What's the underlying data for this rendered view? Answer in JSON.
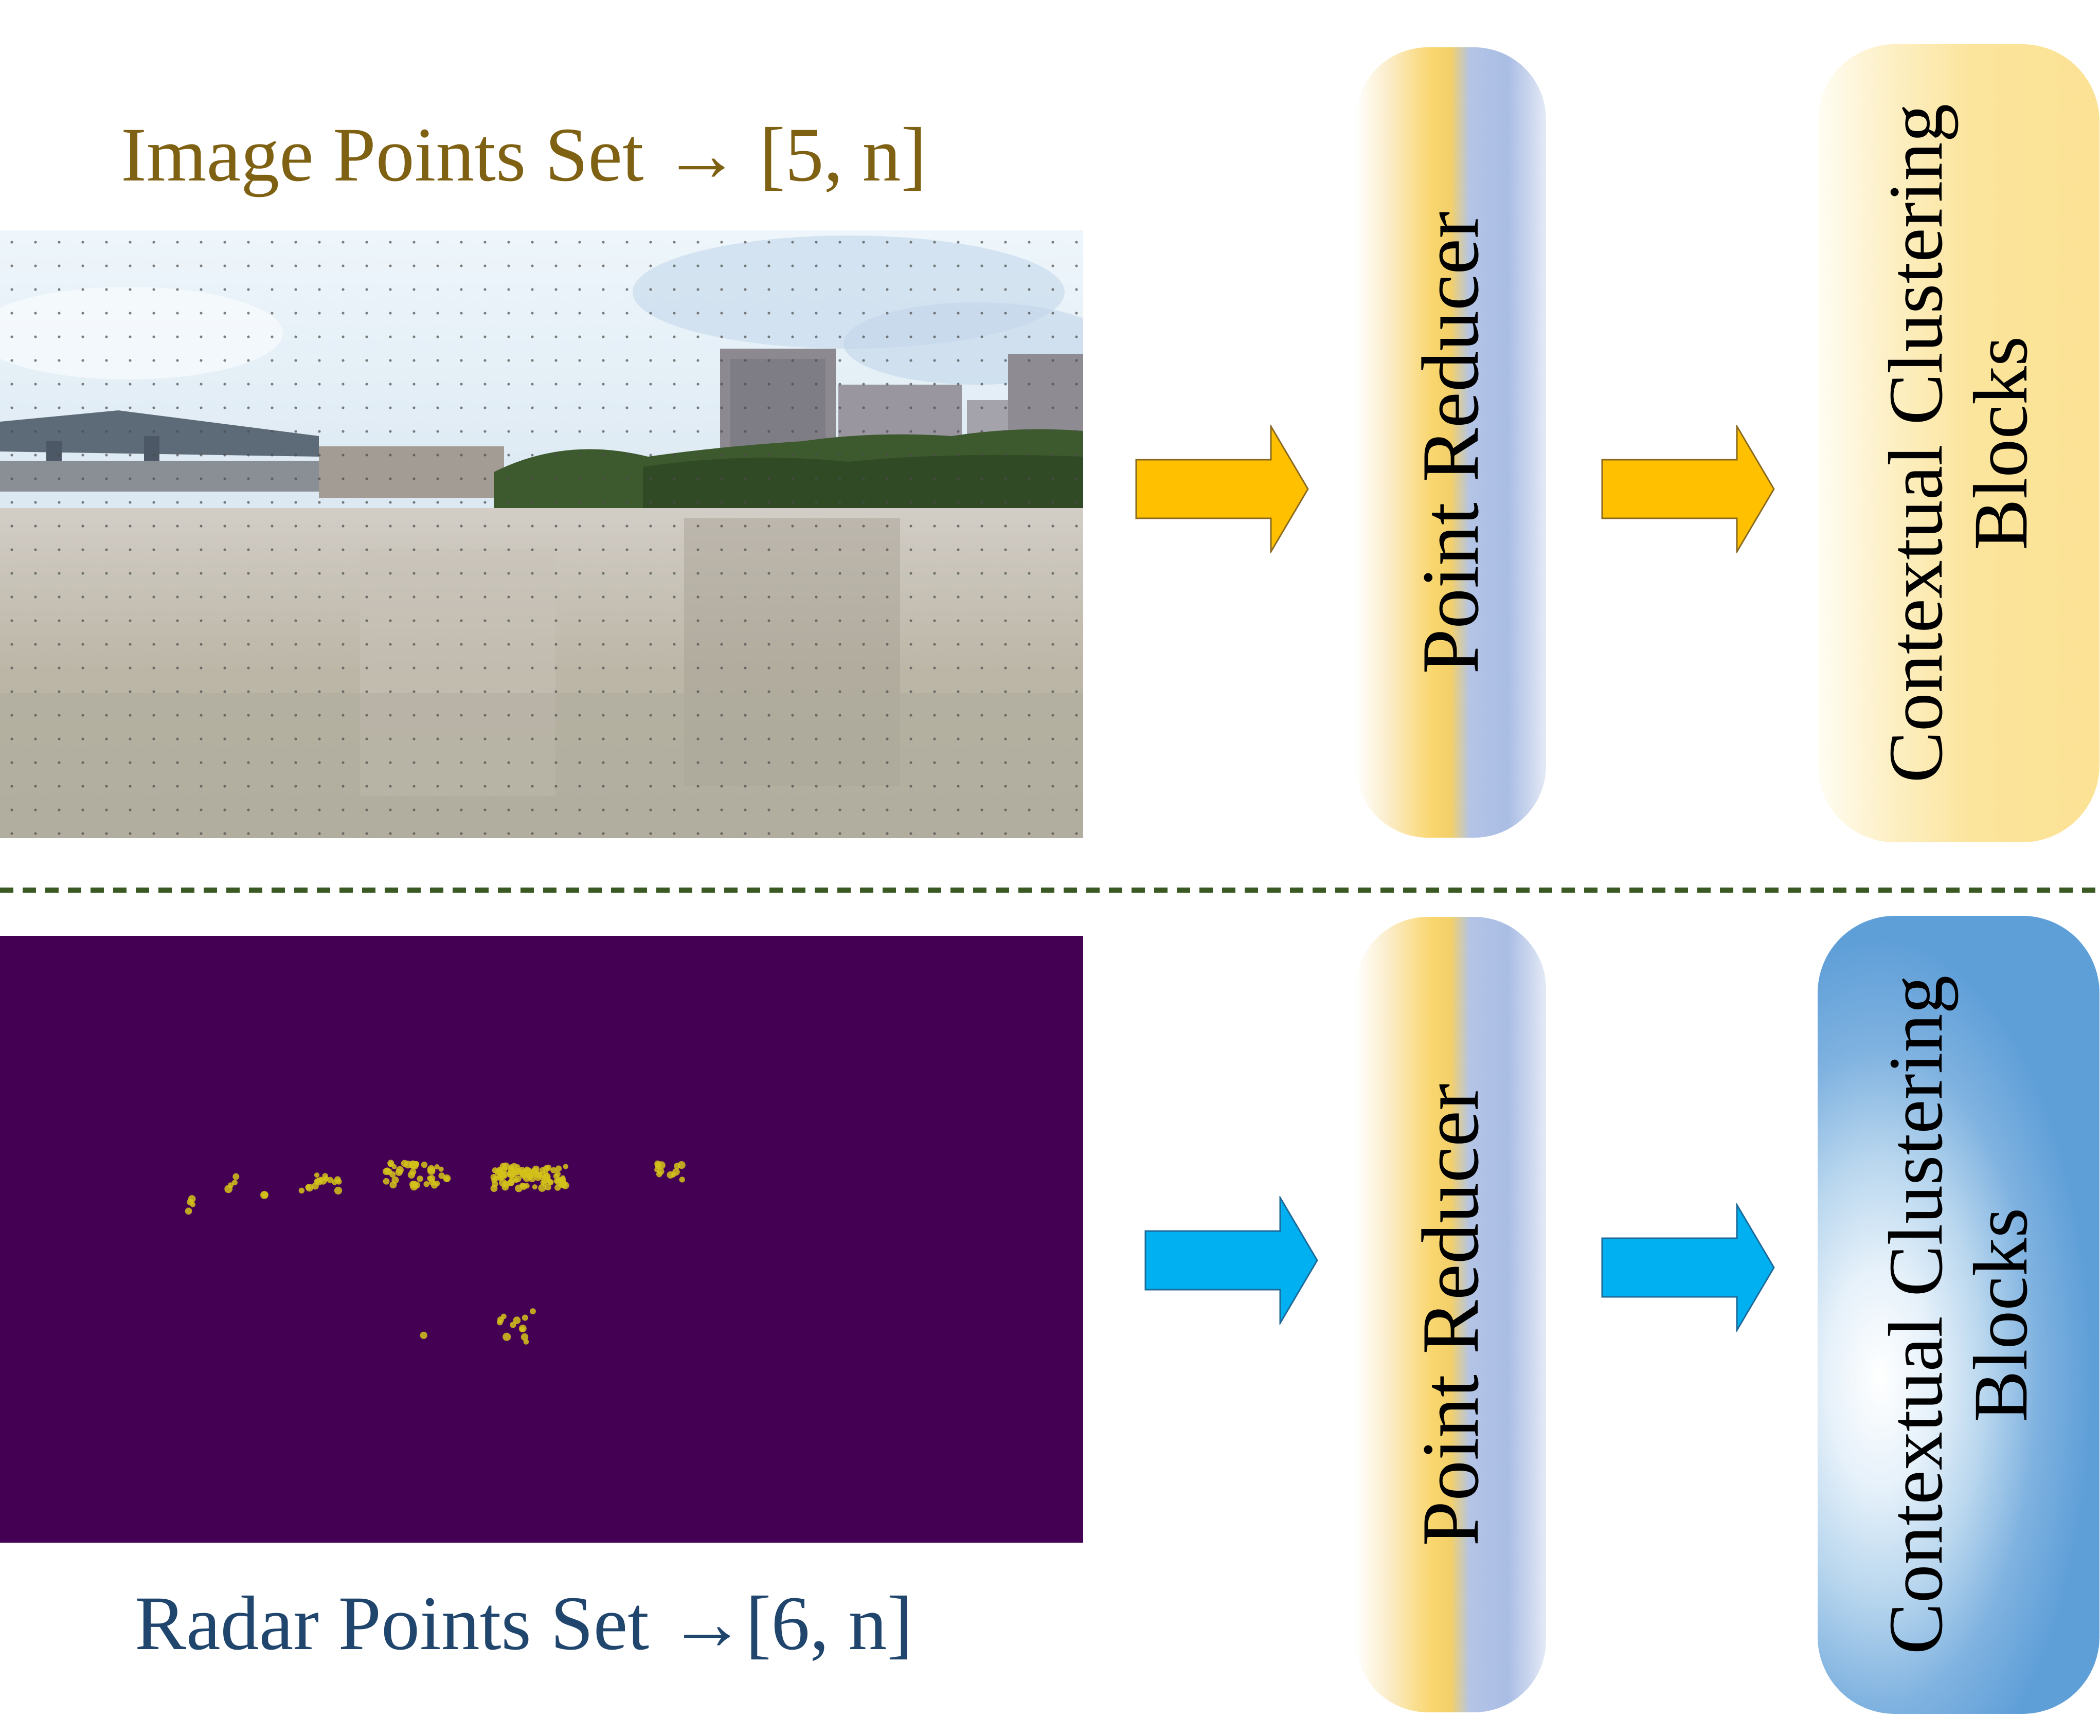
{
  "image_set": {
    "title": "Image Points Set → [5, n]",
    "color": "#7f6113"
  },
  "radar_set": {
    "title": "Radar Points Set →[6, n]",
    "color": "#21466e",
    "background_color": "#440154",
    "point_color": "#d4c21a"
  },
  "point_reducer": {
    "top_label": "Point Reducer",
    "bottom_label": "Point Reducer"
  },
  "contextual_clustering": {
    "top_label_line1": "Contextual Clustering",
    "top_label_line2": "Blocks",
    "bottom_label_line1": "Contextual Clustering",
    "bottom_label_line2": "Blocks"
  },
  "arrows": {
    "image_branch_color": "#ffc000",
    "radar_branch_color": "#00b0f0",
    "outline_color": "#8a6a20"
  },
  "divider": {
    "style": "dashed",
    "color": "#3b5a23"
  }
}
